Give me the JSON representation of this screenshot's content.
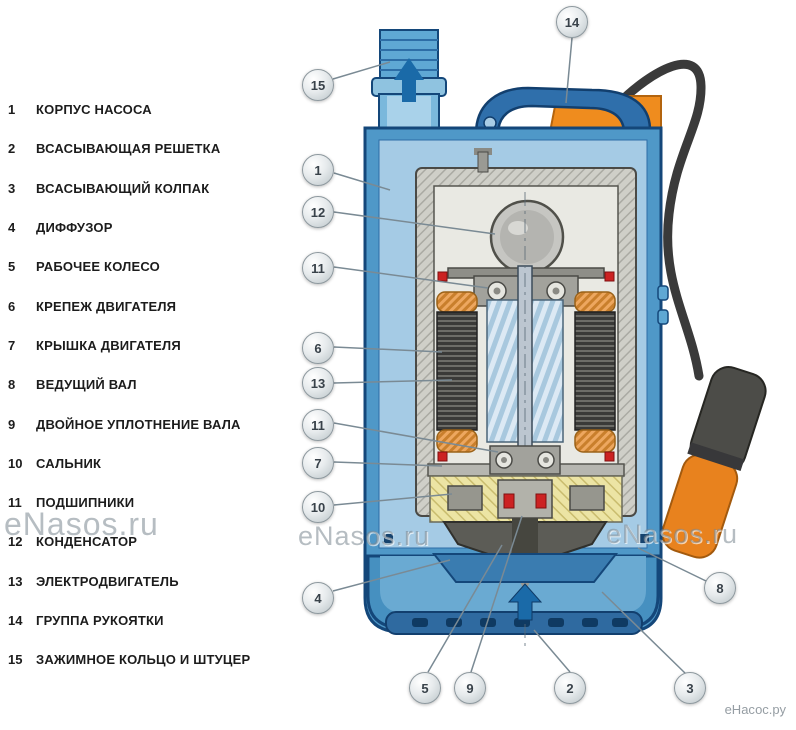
{
  "legend": {
    "items": [
      {
        "num": "1",
        "label": "КОРПУС НАСОСА"
      },
      {
        "num": "2",
        "label": "ВСАСЫВАЮЩАЯ РЕШЕТКА"
      },
      {
        "num": "3",
        "label": "ВСАСЫВАЮЩИЙ КОЛПАК"
      },
      {
        "num": "4",
        "label": "ДИФФУЗОР"
      },
      {
        "num": "5",
        "label": "РАБОЧЕЕ КОЛЕСО"
      },
      {
        "num": "6",
        "label": "КРЕПЕЖ ДВИГАТЕЛЯ"
      },
      {
        "num": "7",
        "label": "КРЫШКА ДВИГАТЕЛЯ"
      },
      {
        "num": "8",
        "label": "ВЕДУЩИЙ ВАЛ"
      },
      {
        "num": "9",
        "label": "ДВОЙНОЕ УПЛОТНЕНИЕ ВАЛА"
      },
      {
        "num": "10",
        "label": "САЛЬНИК"
      },
      {
        "num": "11",
        "label": "ПОДШИПНИКИ"
      },
      {
        "num": "12",
        "label": "КОНДЕНСАТОР"
      },
      {
        "num": "13",
        "label": "ЭЛЕКТРОДВИГАТЕЛЬ"
      },
      {
        "num": "14",
        "label": "ГРУППА РУКОЯТКИ"
      },
      {
        "num": "15",
        "label": "ЗАЖИМНОЕ КОЛЬЦО И ШТУЦЕР"
      }
    ]
  },
  "callouts": {
    "c15": "15",
    "c14": "14",
    "c1": "1",
    "c12": "12",
    "c11a": "11",
    "c6": "6",
    "c13": "13",
    "c11b": "11",
    "c7": "7",
    "c10": "10",
    "c4": "4",
    "c5": "5",
    "c9": "9",
    "c2": "2",
    "c3": "3",
    "c8": "8"
  },
  "watermarks": {
    "site": "eNasos.ru",
    "site_cyrillic": "eНасос.ру"
  },
  "diagram": {
    "colors": {
      "body_blue": "#4f98c8",
      "outline_blue": "#14477a",
      "accent_orange": "#ef8c1e",
      "terminal_green": "#1e7a38",
      "cable_dark": "#3a3a3a",
      "oil_yellow": "#ece4a4",
      "casing_grey": "#cfcfc8"
    }
  }
}
